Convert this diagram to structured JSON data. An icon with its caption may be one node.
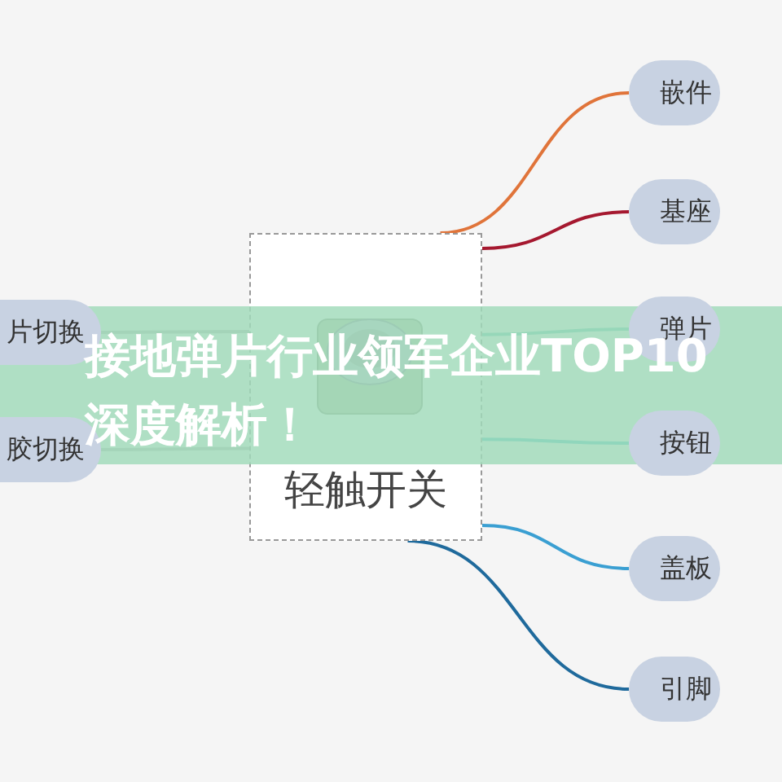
{
  "diagram": {
    "title": "接地弹片行业领军企业TOP10深度解析！",
    "nodes": [
      {
        "text": [
          "轻触开关"
        ]
      },
      {
        "text": [
          "嵌件"
        ]
      },
      {
        "text": [
          "基座"
        ]
      },
      {
        "text": [
          "弹片"
        ]
      },
      {
        "text": [
          "按钮"
        ]
      },
      {
        "text": [
          "盖板"
        ]
      },
      {
        "text": [
          "引脚"
        ]
      },
      {
        "text": [
          "片切换"
        ]
      },
      {
        "text": [
          "胶切换"
        ]
      }
    ],
    "edges": [
      {
        "from": 0,
        "to": 1,
        "arrow": "none",
        "color": "#e0743a"
      },
      {
        "from": 0,
        "to": 2,
        "arrow": "none",
        "color": "#a5182f"
      },
      {
        "from": 0,
        "to": 3,
        "arrow": "none",
        "color": "#6cc6b8"
      },
      {
        "from": 0,
        "to": 4,
        "arrow": "none",
        "color": "#4bbfc6"
      },
      {
        "from": 0,
        "to": 5,
        "arrow": "none",
        "color": "#3a9fd2"
      },
      {
        "from": 0,
        "to": 6,
        "arrow": "none",
        "color": "#1f6a9c"
      },
      {
        "from": 0,
        "to": 7,
        "arrow": "none",
        "color": "#b8b8b8"
      },
      {
        "from": 0,
        "to": 8,
        "arrow": "none",
        "color": "#b8b8b8"
      }
    ]
  }
}
